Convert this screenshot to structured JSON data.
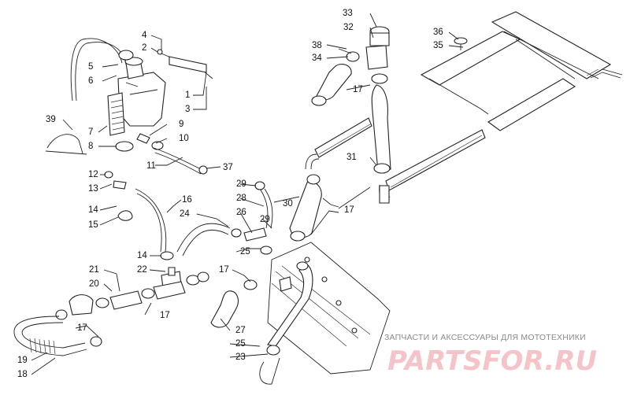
{
  "callouts": [
    "1",
    "2",
    "3",
    "4",
    "5",
    "6",
    "7",
    "8",
    "9",
    "10",
    "11",
    "12",
    "13",
    "14",
    "14",
    "15",
    "16",
    "17",
    "17",
    "17",
    "17",
    "17",
    "18",
    "19",
    "20",
    "21",
    "22",
    "23",
    "24",
    "25",
    "25",
    "26",
    "27",
    "28",
    "29",
    "29",
    "30",
    "31",
    "32",
    "33",
    "34",
    "35",
    "36",
    "37",
    "38",
    "39"
  ],
  "watermark": {
    "caption": "ЗАПЧАСТИ И АКСЕССУАРЫ ДЛЯ МОТОТЕХНИКИ",
    "logo": "PARTSFOR.RU"
  },
  "colors": {
    "line": "#222222",
    "watermark_logo": "#f5c4c8",
    "watermark_caption": "#8a8a8a"
  }
}
